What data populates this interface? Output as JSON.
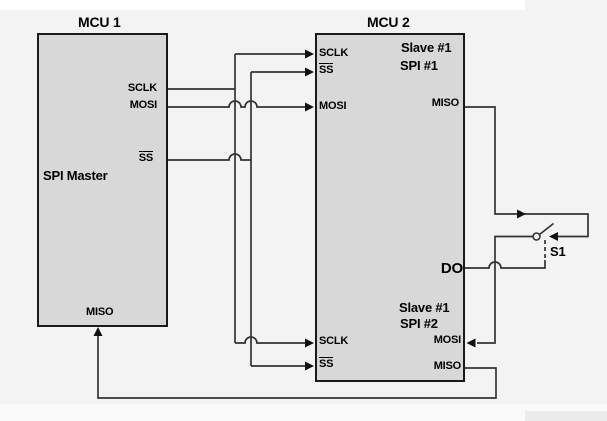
{
  "diagram": {
    "mcu1": {
      "title": "MCU 1",
      "role_label": "SPI Master",
      "pins": {
        "sclk": "SCLK",
        "mosi": "MOSI",
        "ss": "SS",
        "miso": "MISO"
      }
    },
    "mcu2": {
      "title": "MCU 2",
      "spi1": {
        "name_line1": "Slave #1",
        "name_line2": "SPI #1",
        "pins": {
          "sclk": "SCLK",
          "ss": "SS",
          "mosi": "MOSI",
          "miso": "MISO"
        }
      },
      "spi2": {
        "name_line1": "Slave #1",
        "name_line2": "SPI #2",
        "pins": {
          "sclk": "SCLK",
          "ss": "SS",
          "mosi": "MOSI",
          "miso": "MISO",
          "do": "DO"
        }
      }
    },
    "switch": {
      "label": "S1"
    },
    "colors": {
      "background": "#f3f3f3",
      "box_fill": "#d8d8d8",
      "box_border": "#1a1a1a",
      "wire": "#333333"
    }
  }
}
